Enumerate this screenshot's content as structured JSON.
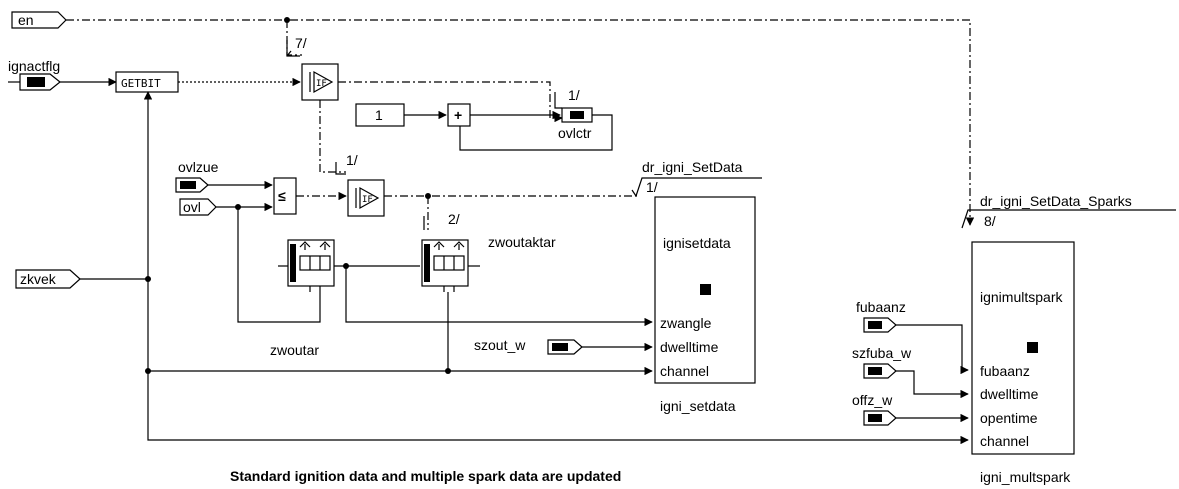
{
  "inputs": {
    "en": "en",
    "ignactflg": "ignactflg",
    "ovlzue": "ovlzue",
    "ovl": "ovl",
    "zkvek": "zkvek",
    "szout_w": "szout_w",
    "fubaanz": "fubaanz",
    "szfuba_w": "szfuba_w",
    "offz_w": "offz_w"
  },
  "blocks": {
    "getbit": "GETBIT",
    "if": "IF",
    "const_one": "1",
    "plus": "+",
    "le": "≤",
    "ovlctr": "ovlctr",
    "zwoutar": "zwoutar",
    "zwoutaktar": "zwoutaktar"
  },
  "sequence": {
    "seq7": "7/",
    "seq1a": "1/",
    "seq1b": "1/",
    "seq1c": "1/",
    "seq2": "2/",
    "seq8": "8/"
  },
  "setdata": {
    "group_label": "dr_igni_SetData",
    "inner_title": "ignisetdata",
    "ports": [
      "zwangle",
      "dwelltime",
      "channel"
    ],
    "caption": "igni_setdata"
  },
  "multspark": {
    "group_label": "dr_igni_SetData_Sparks",
    "inner_title": "ignimultspark",
    "ports": [
      "fubaanz",
      "dwelltime",
      "opentime",
      "channel"
    ],
    "caption": "igni_multspark"
  },
  "footer": "Standard ignition data and multiple spark data are updated"
}
